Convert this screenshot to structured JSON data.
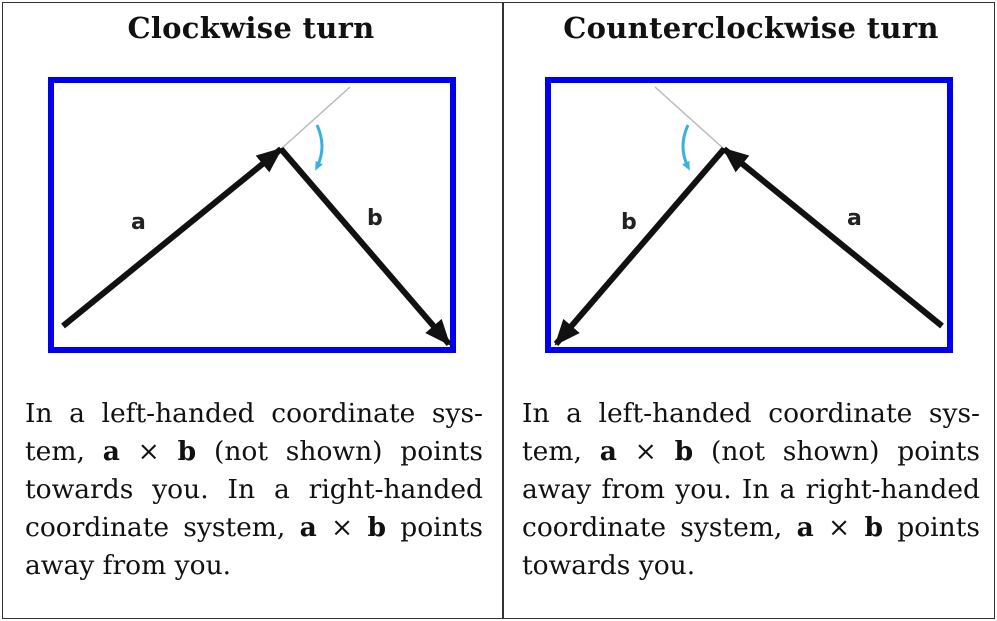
{
  "panels": [
    {
      "heading": "Clockwise turn",
      "label_a": "a",
      "label_b": "b",
      "caption": {
        "p1": "In a left-handed coordinate sys-tem, ",
        "v1": "a",
        "cross1": " × ",
        "w1": "b",
        "p2": " (not shown) points towards you.  In a right-handed coordinate system, ",
        "v2": "a",
        "cross2": " × ",
        "w2": "b",
        "p3": " points away from you."
      }
    },
    {
      "heading": "Counterclockwise turn",
      "label_a": "a",
      "label_b": "b",
      "caption": {
        "p1": "In a left-handed coordinate sys-tem, ",
        "v1": "a",
        "cross1": " × ",
        "w1": "b",
        "p2": " (not shown) points away from you. In a right-handed coordinate system, ",
        "v2": "a",
        "cross2": " × ",
        "w2": "b",
        "p3": " points towards you."
      }
    }
  ],
  "colors": {
    "frame": "#0000ee",
    "vector": "#111111",
    "guide": "#bbbbbb",
    "turn_arrow": "#3ab0e0"
  }
}
